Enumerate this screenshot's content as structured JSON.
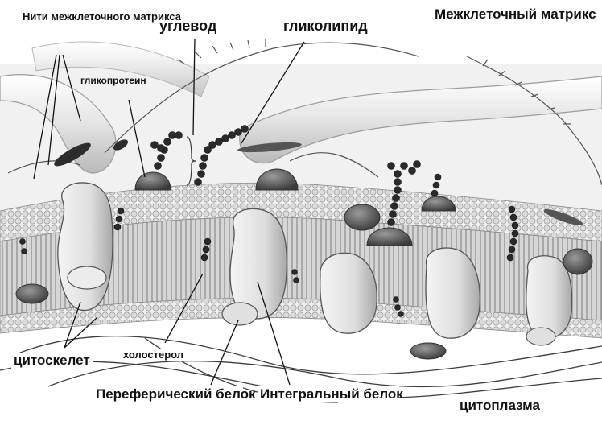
{
  "labels": {
    "matrix_fibers": "Нити межклеточного матрикса",
    "carbohydrate": "углевод",
    "glycolipid": "гликолипид",
    "extracellular_matrix": "Межклеточный матрикс",
    "glycoprotein": "гликопротеин",
    "cytoskeleton": "цитоскелет",
    "cholesterol": "холостерол",
    "peripheral_protein": "Переферический белок",
    "integral_protein": "Интегральный белок",
    "cytoplasm": "цитоплазма"
  },
  "colors": {
    "lipid_head": "#dcdcdc",
    "lipid_tail": "#9a9a9a",
    "protein": "#e6e6e6",
    "carbohydrate_bead": "#2a2a2a",
    "fiber": "#ececec",
    "background": "#ffffff"
  }
}
